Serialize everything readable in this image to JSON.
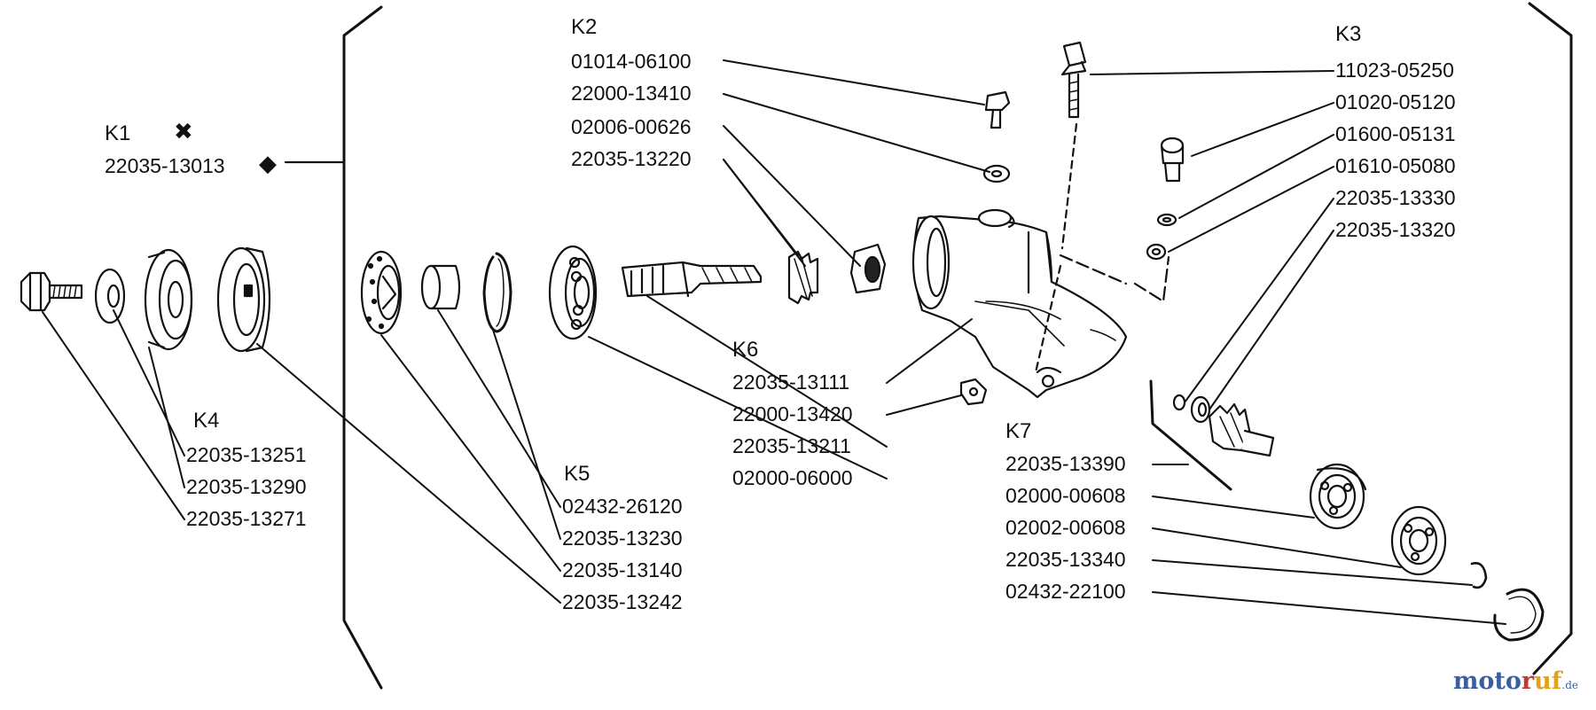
{
  "groups": {
    "k1": {
      "title": "K1",
      "part": "22035-13013",
      "star": "✖",
      "diamond": "◆"
    },
    "k2": {
      "title": "K2",
      "parts": [
        "01014-06100",
        "22000-13410",
        "02006-00626",
        "22035-13220"
      ]
    },
    "k3": {
      "title": "K3",
      "parts": [
        "11023-05250",
        "01020-05120",
        "01600-05131",
        "01610-05080",
        "22035-13330",
        "22035-13320"
      ]
    },
    "k4": {
      "title": "K4",
      "parts": [
        "22035-13251",
        "22035-13290",
        "22035-13271"
      ]
    },
    "k5": {
      "title": "K5",
      "parts": [
        "02432-26120",
        "22035-13230",
        "22035-13140",
        "22035-13242"
      ]
    },
    "k6": {
      "title": "K6",
      "parts": [
        "22035-13111",
        "22000-13420",
        "22035-13211",
        "02000-06000"
      ]
    },
    "k7": {
      "title": "K7",
      "parts": [
        "22035-13390",
        "02000-00608",
        "02002-00608",
        "22035-13340",
        "02432-22100"
      ]
    }
  },
  "watermark": {
    "a": "moto",
    "b": "r",
    "c": "uf",
    "d": ".de"
  }
}
